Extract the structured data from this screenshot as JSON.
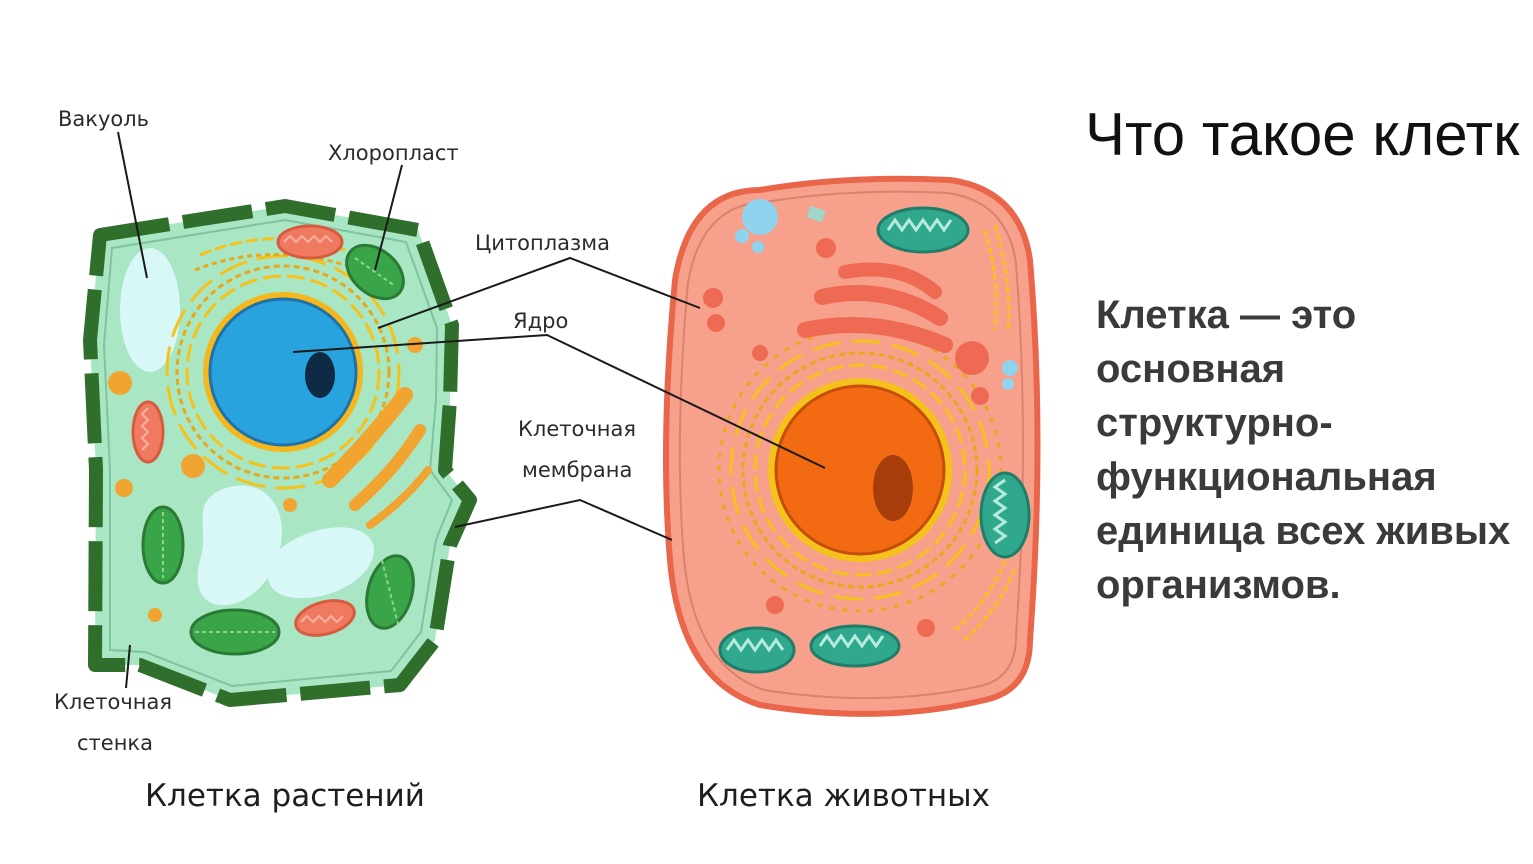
{
  "slide": {
    "title": "Что такое клетк",
    "definition": "Клетка — это основная структурно-функциональная единица всех живых организмов."
  },
  "labels": {
    "vacuole": "Вакуоль",
    "chloroplast": "Хлоропласт",
    "cytoplasm": "Цитоплазма",
    "nucleus": "Ядро",
    "membrane_line1": "Клеточная",
    "membrane_line2": "мембрана",
    "wall_line1": "Клеточная",
    "wall_line2": "стенка"
  },
  "captions": {
    "plant": "Клетка растений",
    "animal": "Клетка животных"
  },
  "colors": {
    "plant_cytoplasm": "#a8e6c4",
    "plant_wall": "#2f6e2b",
    "plant_nucleus": "#29a3dd",
    "chloroplast": "#3aa548",
    "vacuole": "#d8f7f7",
    "animal_cytoplasm": "#f7a08c",
    "animal_membrane": "#e9664a",
    "animal_nucleus": "#f26b12",
    "mitochondria_green": "#2fa88d",
    "er_yellow": "#f5c21b"
  }
}
